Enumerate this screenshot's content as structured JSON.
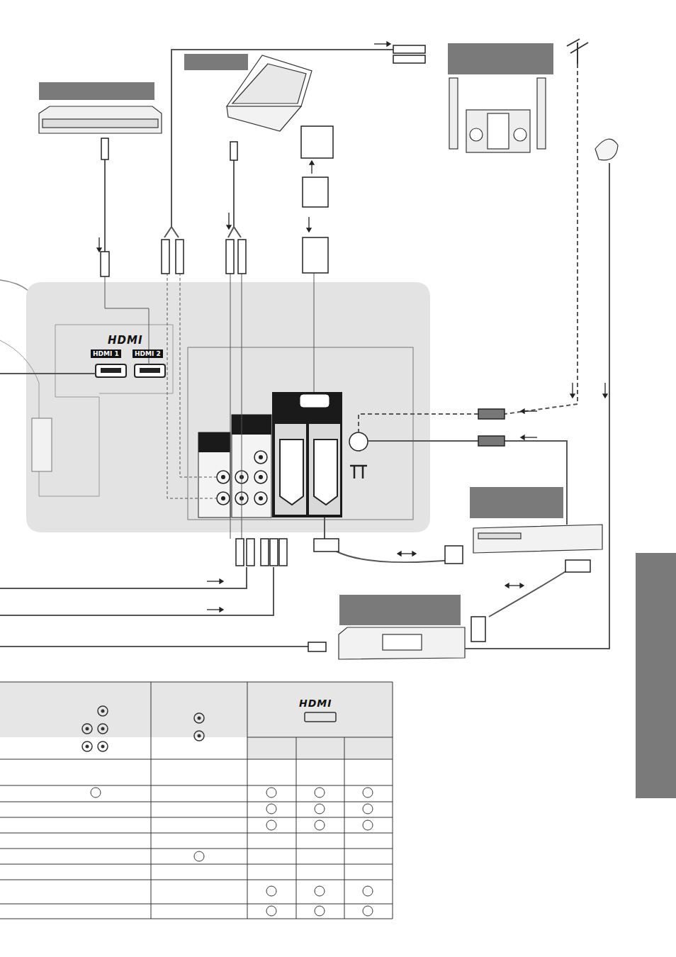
{
  "diagram": {
    "nodes": [
      {
        "text": [
          "HDMI 1"
        ]
      },
      {
        "text": [
          "HDMI 2"
        ]
      }
    ],
    "labels": [
      "HDMI",
      "HDMI"
    ]
  }
}
